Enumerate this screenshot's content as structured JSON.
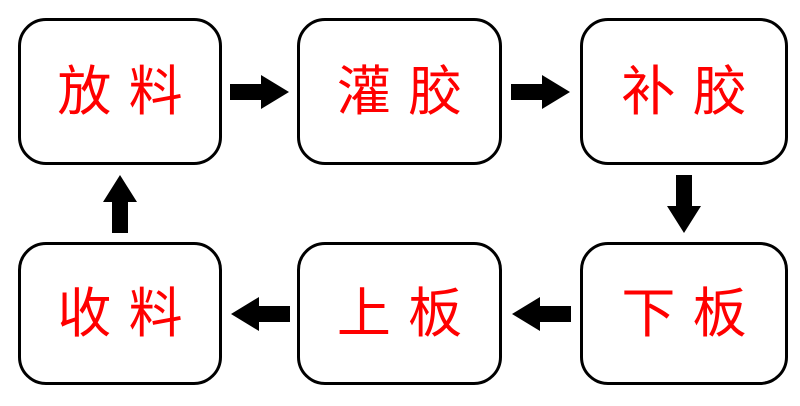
{
  "flowchart": {
    "type": "cyclic-process-flow",
    "colors": {
      "background": "#ffffff",
      "node_border": "#000000",
      "node_text": "#ff0000",
      "arrow": "#000000"
    },
    "nodes": [
      {
        "id": "fang-liao",
        "label": "放 料"
      },
      {
        "id": "guan-jiao",
        "label": "灌 胶"
      },
      {
        "id": "bu-jiao",
        "label": "补 胶"
      },
      {
        "id": "shou-liao",
        "label": "收 料"
      },
      {
        "id": "shang-ban",
        "label": "上 板"
      },
      {
        "id": "xia-ban",
        "label": "下 板"
      }
    ],
    "edges": [
      {
        "from": "放料",
        "to": "灌胶",
        "direction": "right"
      },
      {
        "from": "灌胶",
        "to": "补胶",
        "direction": "right"
      },
      {
        "from": "补胶",
        "to": "下板",
        "direction": "down"
      },
      {
        "from": "下板",
        "to": "上板",
        "direction": "left"
      },
      {
        "from": "上板",
        "to": "收料",
        "direction": "left"
      },
      {
        "from": "收料",
        "to": "放料",
        "direction": "up"
      }
    ]
  }
}
